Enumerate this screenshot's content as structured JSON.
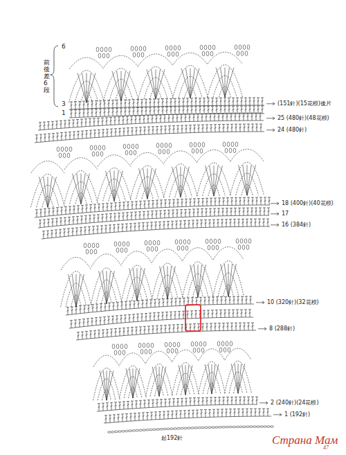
{
  "diagram": {
    "labels": [
      "6",
      "3",
      "1",
      "前後差6段",
      "(151針)(15花模)後片",
      "25 (480針)(48花模)",
      "24 (480針)",
      "18 (400針)(40花模)",
      "17",
      "16 (384針)",
      "10 (320針)(32花模)",
      "8 (288針)",
      "2 (240針)(24花模)",
      "1 (192針)",
      "起192針",
      "Страна Мам",
      "47"
    ]
  }
}
